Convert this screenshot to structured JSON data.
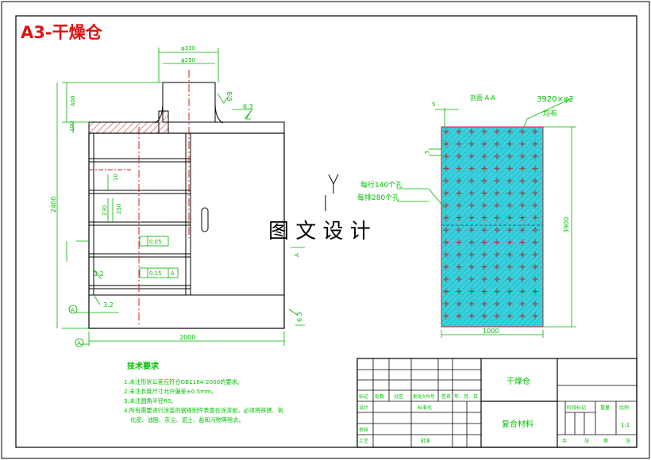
{
  "sheet": {
    "title": "A3-干燥仓",
    "watermark": "图 文 设 计"
  },
  "colors": {
    "frame": "#000000",
    "dim_green": "#00b000",
    "title_red": "#e01010",
    "center_red": "#d02020",
    "mesh_fill": "#38d0dc",
    "hatch_red": "#c03030"
  },
  "main_view": {
    "dims": {
      "top_outer_dia": "φ330",
      "top_inner_dia": "φ250",
      "neck_height": "400",
      "flange_height": "100",
      "total_height": "2400",
      "total_width": "2000",
      "shelf_gap_a": "10",
      "shelf_gap_b": "250",
      "shelf_gap_c": "230"
    },
    "roughness": [
      "6.3",
      "6.3",
      "3.2",
      "3.2",
      "6.3"
    ],
    "tolerances": [
      "0.05",
      "0.15"
    ],
    "tolerance_datum": "A",
    "datum_labels": [
      "A",
      "A",
      "A"
    ]
  },
  "right_view": {
    "section_label": "剖面 A-A",
    "mesh_label": "3920×φ2",
    "mesh_label2": "均布",
    "pitch": "5",
    "notes": [
      "每行140个孔",
      "每排280个孔"
    ],
    "height": "3900",
    "width": "1000"
  },
  "tech": {
    "heading": "技术要求",
    "lines": [
      "1.未注形状公差应符合GB1184-2000的要求。",
      "2.未注长度尺寸允许偏差±0.5mm。",
      "3.未注圆角半径R5。",
      "4.所有需要进行涂装的钢铁制件表面在涂漆前，必须将铁锈、氧",
      "化皮、油脂、灰尘、泥土、盐和污物等除去。"
    ]
  },
  "title_block": {
    "part_name": "干燥仓",
    "material": "复合材料",
    "header_cells": [
      "标记",
      "处数",
      "分区",
      "更改文件号",
      "签名",
      "年、月、日"
    ],
    "left_rows": [
      "设计",
      "标准化",
      "审核",
      "工艺",
      "批准"
    ],
    "stage_cells": [
      "阶段标记",
      "重量",
      "比例"
    ],
    "scale": "1:1",
    "sheet_cells": [
      "共",
      "张",
      "第",
      "张"
    ]
  }
}
